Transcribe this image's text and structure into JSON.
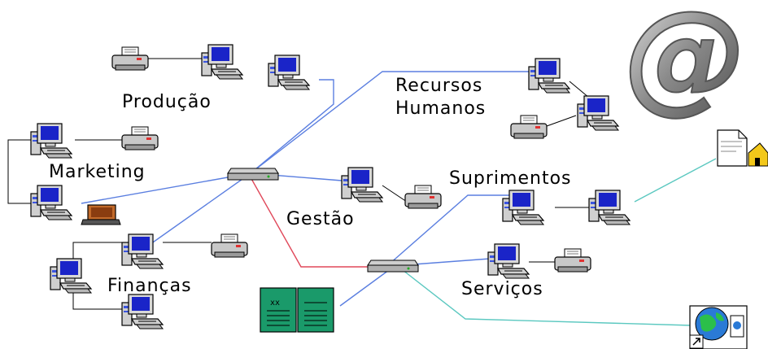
{
  "departments": {
    "producao": "Produção",
    "recursos_humanos_line1": "Recursos",
    "recursos_humanos_line2": "Humanos",
    "marketing": "Marketing",
    "gestao": "Gestão",
    "suprimentos": "Suprimentos",
    "financas": "Finanças",
    "servicos": "Serviços"
  },
  "server_label": "xx",
  "colors": {
    "lan_link": "#5b7fe0",
    "backbone_link": "#e0485a",
    "external_link": "#5bc8c0",
    "monitor_screen": "#1a24c8",
    "server": "#1a9a6a"
  }
}
